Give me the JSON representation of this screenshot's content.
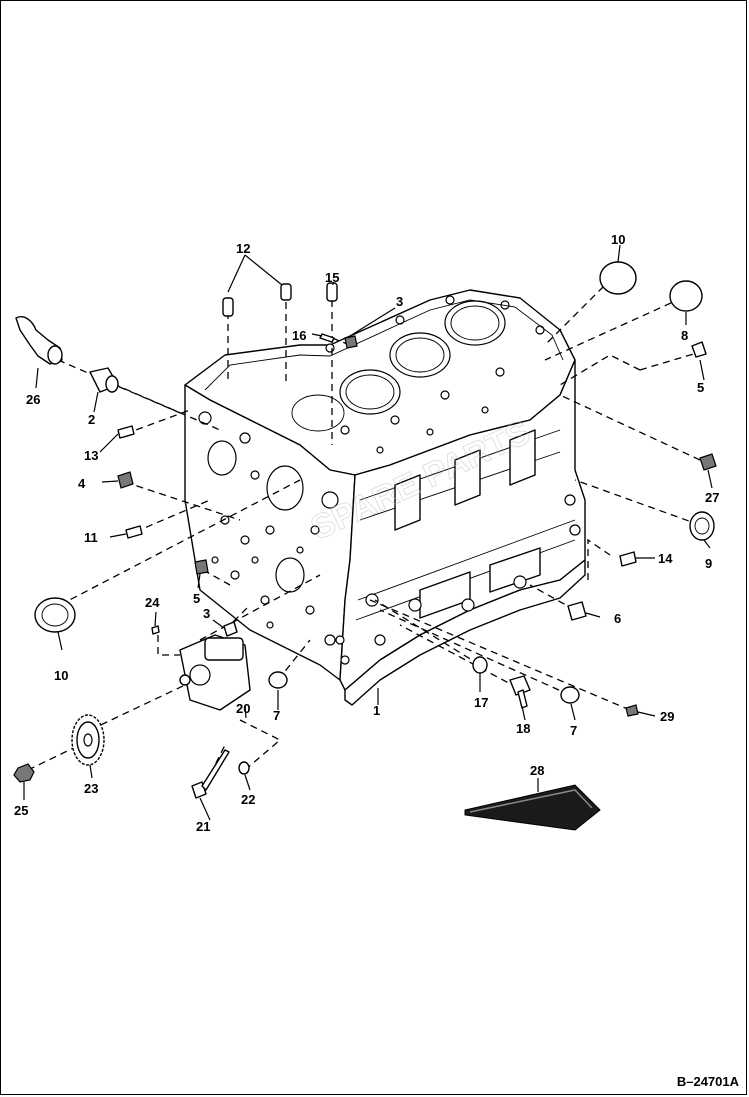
{
  "diagram": {
    "document_number": "B–24701A",
    "callouts": [
      {
        "id": "c1",
        "label": "1"
      },
      {
        "id": "c2",
        "label": "2"
      },
      {
        "id": "c3a",
        "label": "3"
      },
      {
        "id": "c3b",
        "label": "3"
      },
      {
        "id": "c4",
        "label": "4"
      },
      {
        "id": "c5a",
        "label": "5"
      },
      {
        "id": "c5b",
        "label": "5"
      },
      {
        "id": "c6",
        "label": "6"
      },
      {
        "id": "c7a",
        "label": "7"
      },
      {
        "id": "c7b",
        "label": "7"
      },
      {
        "id": "c8",
        "label": "8"
      },
      {
        "id": "c9",
        "label": "9"
      },
      {
        "id": "c10a",
        "label": "10"
      },
      {
        "id": "c10b",
        "label": "10"
      },
      {
        "id": "c11",
        "label": "11"
      },
      {
        "id": "c12",
        "label": "12"
      },
      {
        "id": "c13",
        "label": "13"
      },
      {
        "id": "c14",
        "label": "14"
      },
      {
        "id": "c15",
        "label": "15"
      },
      {
        "id": "c16",
        "label": "16"
      },
      {
        "id": "c17",
        "label": "17"
      },
      {
        "id": "c18",
        "label": "18"
      },
      {
        "id": "c20",
        "label": "20"
      },
      {
        "id": "c21",
        "label": "21"
      },
      {
        "id": "c22",
        "label": "22"
      },
      {
        "id": "c23",
        "label": "23"
      },
      {
        "id": "c24",
        "label": "24"
      },
      {
        "id": "c25",
        "label": "25"
      },
      {
        "id": "c26",
        "label": "26"
      },
      {
        "id": "c27",
        "label": "27"
      },
      {
        "id": "c28",
        "label": "28"
      },
      {
        "id": "c29",
        "label": "29"
      }
    ]
  }
}
